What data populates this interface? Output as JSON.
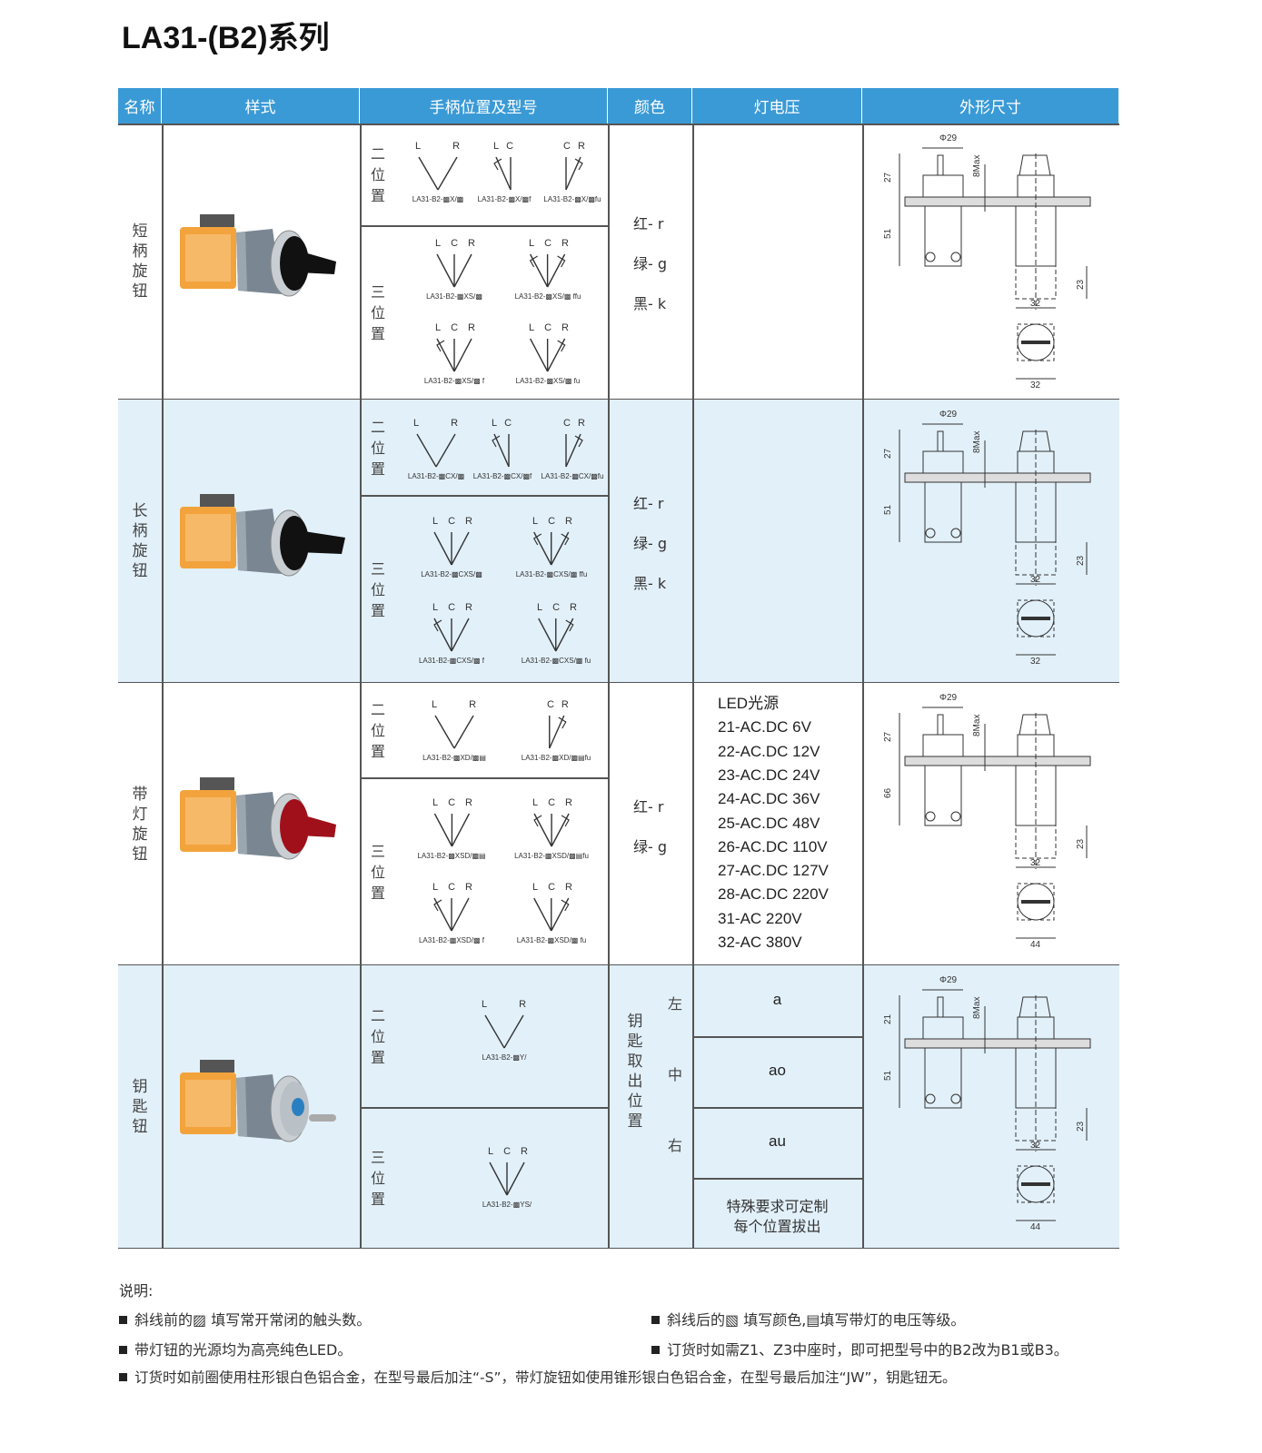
{
  "title": "LA31-(B2)系列",
  "headers": [
    "名称",
    "样式",
    "手柄位置及型号",
    "颜色",
    "灯电压",
    "外形尺寸"
  ],
  "pos_labels": {
    "two": "二位置",
    "three": "三位置"
  },
  "rows": [
    {
      "name": "短柄旋钮",
      "colors": [
        "红- r",
        "绿- g",
        "黑- k"
      ],
      "diagrams": [
        {
          "g": "two",
          "labels": "LR",
          "ret": "",
          "model": "LA31-B2-▩X/▩"
        },
        {
          "g": "two",
          "labels": "LC",
          "ret": "L",
          "model": "LA31-B2-▩X/▩f"
        },
        {
          "g": "two",
          "labels": "CR",
          "ret": "R",
          "model": "LA31-B2-▩X/▩fu"
        },
        {
          "g": "three",
          "labels": "LCR",
          "ret": "",
          "model": "LA31-B2-▩XS/▩"
        },
        {
          "g": "three",
          "labels": "LCR",
          "ret": "LR",
          "model": "LA31-B2-▩XS/▩ ffu"
        },
        {
          "g": "three",
          "labels": "LCR",
          "ret": "L",
          "model": "LA31-B2-▩XS/▩ f"
        },
        {
          "g": "three",
          "labels": "LCR",
          "ret": "R",
          "model": "LA31-B2-▩XS/▩ fu"
        }
      ],
      "dims": [
        "Φ29",
        "27",
        "51",
        "8Max",
        "23",
        "32",
        "32"
      ]
    },
    {
      "name": "长柄旋钮",
      "colors": [
        "红- r",
        "绿- g",
        "黑- k"
      ],
      "diagrams": [
        {
          "g": "two",
          "labels": "LR",
          "ret": "",
          "model": "LA31-B2-▩CX/▩"
        },
        {
          "g": "two",
          "labels": "LC",
          "ret": "L",
          "model": "LA31-B2-▩CX/▩f"
        },
        {
          "g": "two",
          "labels": "CR",
          "ret": "R",
          "model": "LA31-B2-▩CX/▩fu"
        },
        {
          "g": "three",
          "labels": "LCR",
          "ret": "",
          "model": "LA31-B2-▩CXS/▩"
        },
        {
          "g": "three",
          "labels": "LCR",
          "ret": "LR",
          "model": "LA31-B2-▩CXS/▩ ffu"
        },
        {
          "g": "three",
          "labels": "LCR",
          "ret": "L",
          "model": "LA31-B2-▩CXS/▩ f"
        },
        {
          "g": "three",
          "labels": "LCR",
          "ret": "R",
          "model": "LA31-B2-▩CXS/▩ fu"
        }
      ],
      "dims": [
        "Φ29",
        "27",
        "51",
        "8Max",
        "23",
        "32",
        "32"
      ]
    },
    {
      "name": "带灯旋钮",
      "colors": [
        "红- r",
        "绿- g"
      ],
      "diagrams": [
        {
          "g": "two",
          "labels": "LR",
          "ret": "",
          "model": "LA31-B2-▩XD/▩▤"
        },
        {
          "g": "two",
          "labels": "CR",
          "ret": "R",
          "model": "LA31-B2-▩XD/▩▤fu"
        },
        {
          "g": "three",
          "labels": "LCR",
          "ret": "",
          "model": "LA31-B2-▩XSD/▩▤"
        },
        {
          "g": "three",
          "labels": "LCR",
          "ret": "LR",
          "model": "LA31-B2-▩XSD/▩▤fu"
        },
        {
          "g": "three",
          "labels": "LCR",
          "ret": "L",
          "model": "LA31-B2-▩XSD/▩ f"
        },
        {
          "g": "three",
          "labels": "LCR",
          "ret": "R",
          "model": "LA31-B2-▩XSD/▩ fu"
        }
      ],
      "voltages": [
        "LED光源",
        "21-AC.DC 6V",
        "22-AC.DC 12V",
        "23-AC.DC 24V",
        "24-AC.DC 36V",
        "25-AC.DC 48V",
        "26-AC.DC 110V",
        "27-AC.DC 127V",
        "28-AC.DC 220V",
        "31-AC 220V",
        "32-AC 380V"
      ],
      "dims": [
        "Φ29",
        "27",
        "66",
        "8Max",
        "23",
        "32",
        "44"
      ]
    },
    {
      "name": "钥匙钮",
      "key_label": "钥匙取出位置",
      "key_positions": [
        "左",
        "中",
        "右"
      ],
      "key_codes": [
        "a",
        "ao",
        "au"
      ],
      "key_note": [
        "特殊要求可定制",
        "每个位置拔出"
      ],
      "diagrams": [
        {
          "g": "two",
          "labels": "LR",
          "ret": "",
          "model": "LA31-B2-▩Y/"
        },
        {
          "g": "three",
          "labels": "LCR",
          "ret": "",
          "model": "LA31-B2-▩YS/"
        }
      ],
      "dims": [
        "Φ29",
        "21",
        "51",
        "8Max",
        "23",
        "32",
        "44"
      ]
    }
  ],
  "notes": {
    "heading": "说明:",
    "items": [
      "斜线前的▨ 填写常开常闭的触头数。",
      "斜线后的▧ 填写颜色,▤填写带灯的电压等级。",
      "带灯钮的光源均为高亮纯色LED。",
      "订货时如需Z1、Z3中座时，即可把型号中的B2改为B1或B3。",
      "订货时如前圈使用柱形银白色铝合金，在型号最后加注“-S”，带灯旋钮如使用锥形银白色铝合金，在型号最后加注“JW”，钥匙钮无。"
    ]
  },
  "colors": {
    "header": "#3a9ad6",
    "row_alt": "#e2f0f9"
  }
}
